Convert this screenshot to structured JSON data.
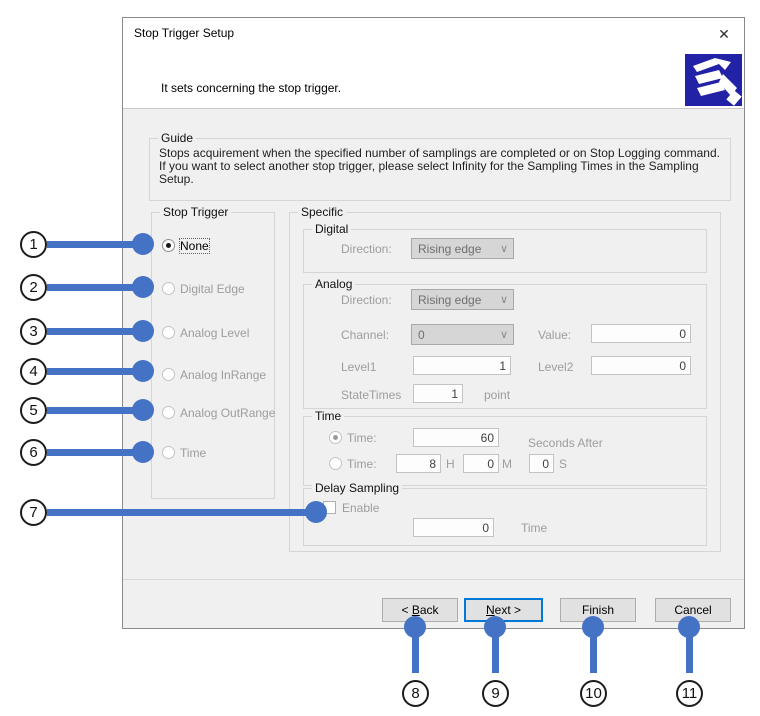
{
  "dialog": {
    "title": "Stop Trigger Setup",
    "subtitle": "It sets concerning the stop trigger.",
    "icons": {
      "close": "✕",
      "dropdown": "∨"
    },
    "guide": {
      "label": "Guide",
      "text": "Stops acquirement when the specified number of samplings are completed or on Stop Logging command. If you want to select another stop trigger, please select Infinity for the Sampling Times in the Sampling Setup."
    },
    "stop_trigger": {
      "label": "Stop Trigger",
      "options": [
        {
          "label": "None",
          "selected": true,
          "enabled": true
        },
        {
          "label": "Digital Edge",
          "selected": false,
          "enabled": false
        },
        {
          "label": "Analog Level",
          "selected": false,
          "enabled": false
        },
        {
          "label": "Analog InRange",
          "selected": false,
          "enabled": false
        },
        {
          "label": "Analog OutRange",
          "selected": false,
          "enabled": false
        },
        {
          "label": "Time",
          "selected": false,
          "enabled": false
        }
      ]
    },
    "specific": {
      "label": "Specific",
      "digital": {
        "label": "Digital",
        "direction_label": "Direction:",
        "direction_value": "Rising edge"
      },
      "analog": {
        "label": "Analog",
        "direction_label": "Direction:",
        "direction_value": "Rising edge",
        "channel_label": "Channel:",
        "channel_value": "0",
        "value_label": "Value:",
        "value_value": "0",
        "level1_label": "Level1",
        "level1_value": "1",
        "level2_label": "Level2",
        "level2_value": "0",
        "statetimes_label": "StateTimes",
        "statetimes_value": "1",
        "point_label": "point"
      },
      "time": {
        "label": "Time",
        "time1_label": "Time:",
        "time1_value": "60",
        "seconds_after_label": "Seconds After",
        "time2_label": "Time:",
        "hours_value": "8",
        "h_label": "H",
        "minutes_value": "0",
        "m_label": "M",
        "seconds_value": "0",
        "s_label": "S"
      },
      "delay": {
        "label": "Delay Sampling",
        "enable_label": "Enable",
        "value": "0",
        "time_label": "Time"
      }
    },
    "buttons": {
      "back": {
        "pre": "< ",
        "mnemonic": "B",
        "rest": "ack"
      },
      "next": {
        "pre": "",
        "mnemonic": "N",
        "rest": "ext >"
      },
      "finish": "Finish",
      "cancel": "Cancel"
    }
  },
  "callouts": {
    "numbers": [
      "1",
      "2",
      "3",
      "4",
      "5",
      "6",
      "7",
      "8",
      "9",
      "10",
      "11"
    ]
  },
  "colors": {
    "accent": "#4472C4",
    "logo_bg": "#2222A6",
    "focus": "#0078D7"
  }
}
